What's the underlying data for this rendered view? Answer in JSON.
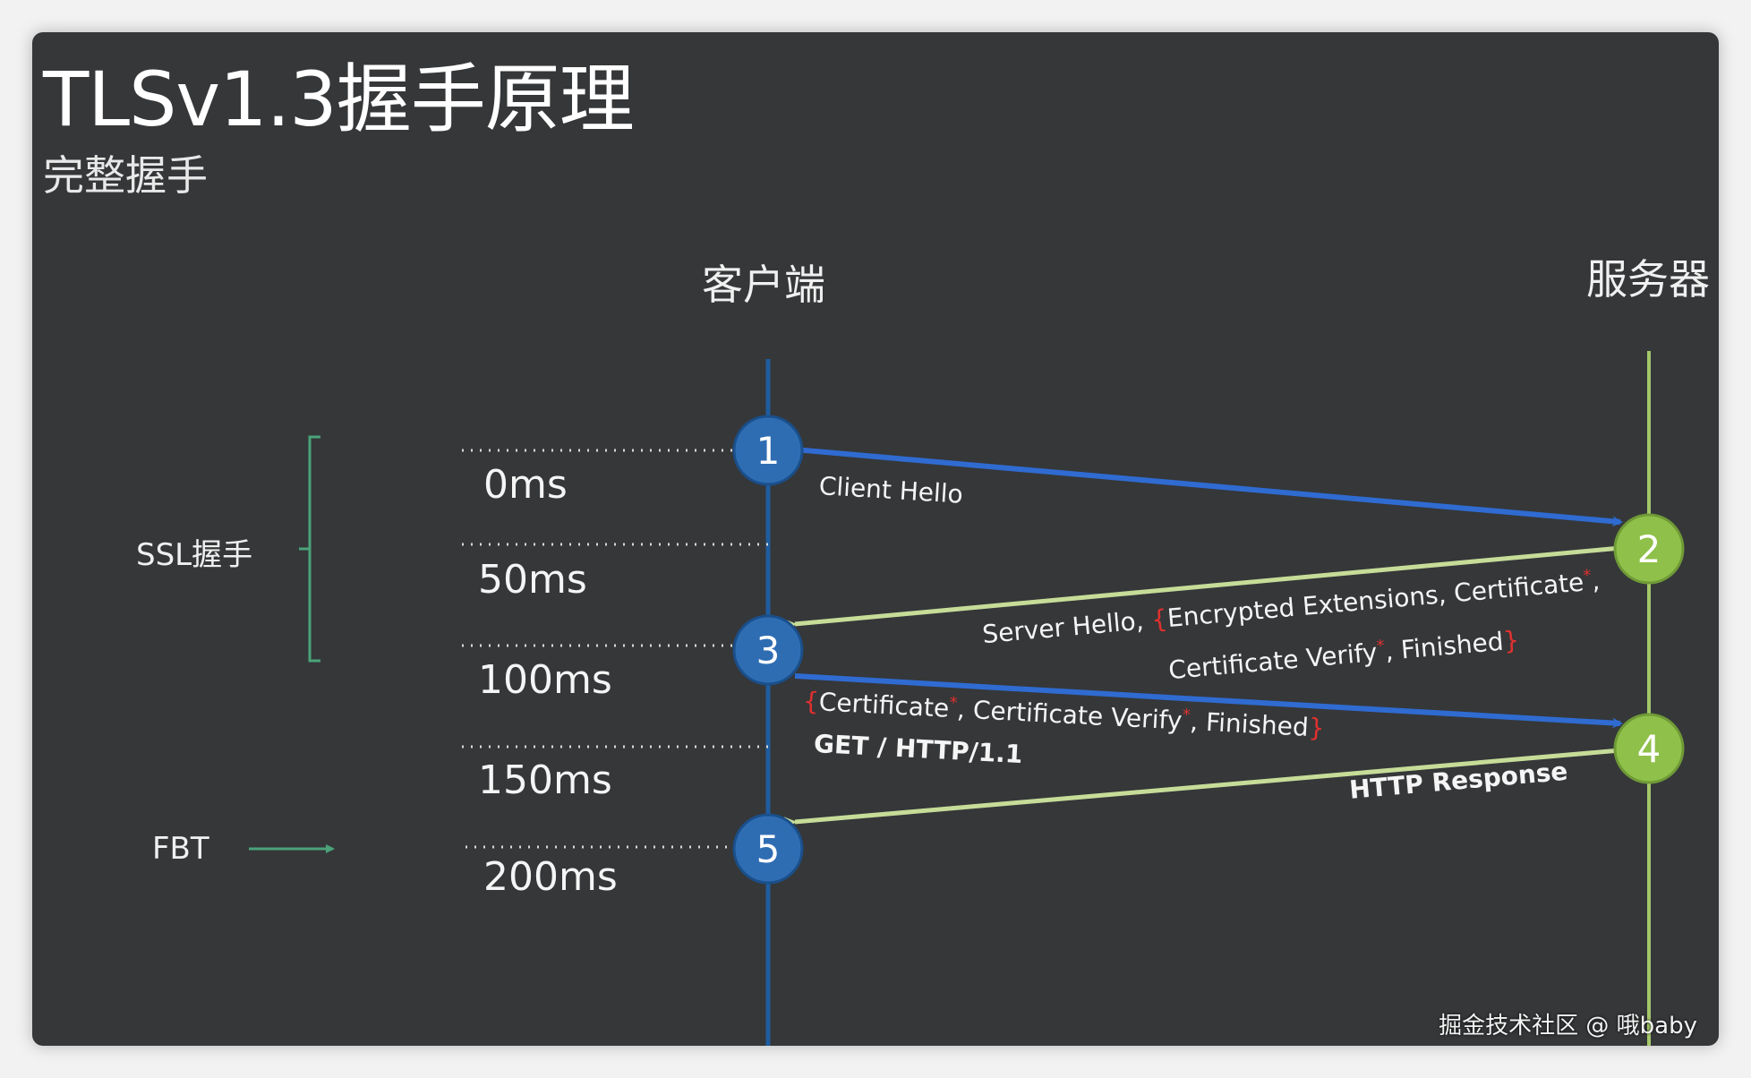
{
  "title": "TLSv1.3握手原理",
  "subtitle": "完整握手",
  "client_label": "客户端",
  "server_label": "服务器",
  "ssl_label": "SSL握手",
  "fbt_label": "FBT",
  "times": [
    "0ms",
    "50ms",
    "100ms",
    "150ms",
    "200ms"
  ],
  "nodes": [
    "1",
    "2",
    "3",
    "4",
    "5"
  ],
  "messages": {
    "client_hello": "Client Hello",
    "server_hello_prefix": "Server Hello, ",
    "encrypted_extensions": "Encrypted Extensions, Certificate",
    "cert_verify_finished_a": "Certificate Verify",
    "finished_a": ", Finished",
    "certificate": "Certificate",
    "cert_verify_b": ", Certificate Verify",
    "finished_b": ", Finished",
    "get_request": "GET / HTTP/1.1",
    "http_response": "HTTP Response"
  },
  "watermark": "掘金技术社区 @ 哦baby",
  "colors": {
    "background": "#353739",
    "client_line": "#1f5c9e",
    "client_node": "#2f6db3",
    "server_line": "#a5c86a",
    "server_node": "#8fc04a",
    "bracket": "#4aa37a",
    "red_marker": "#e0312f"
  }
}
